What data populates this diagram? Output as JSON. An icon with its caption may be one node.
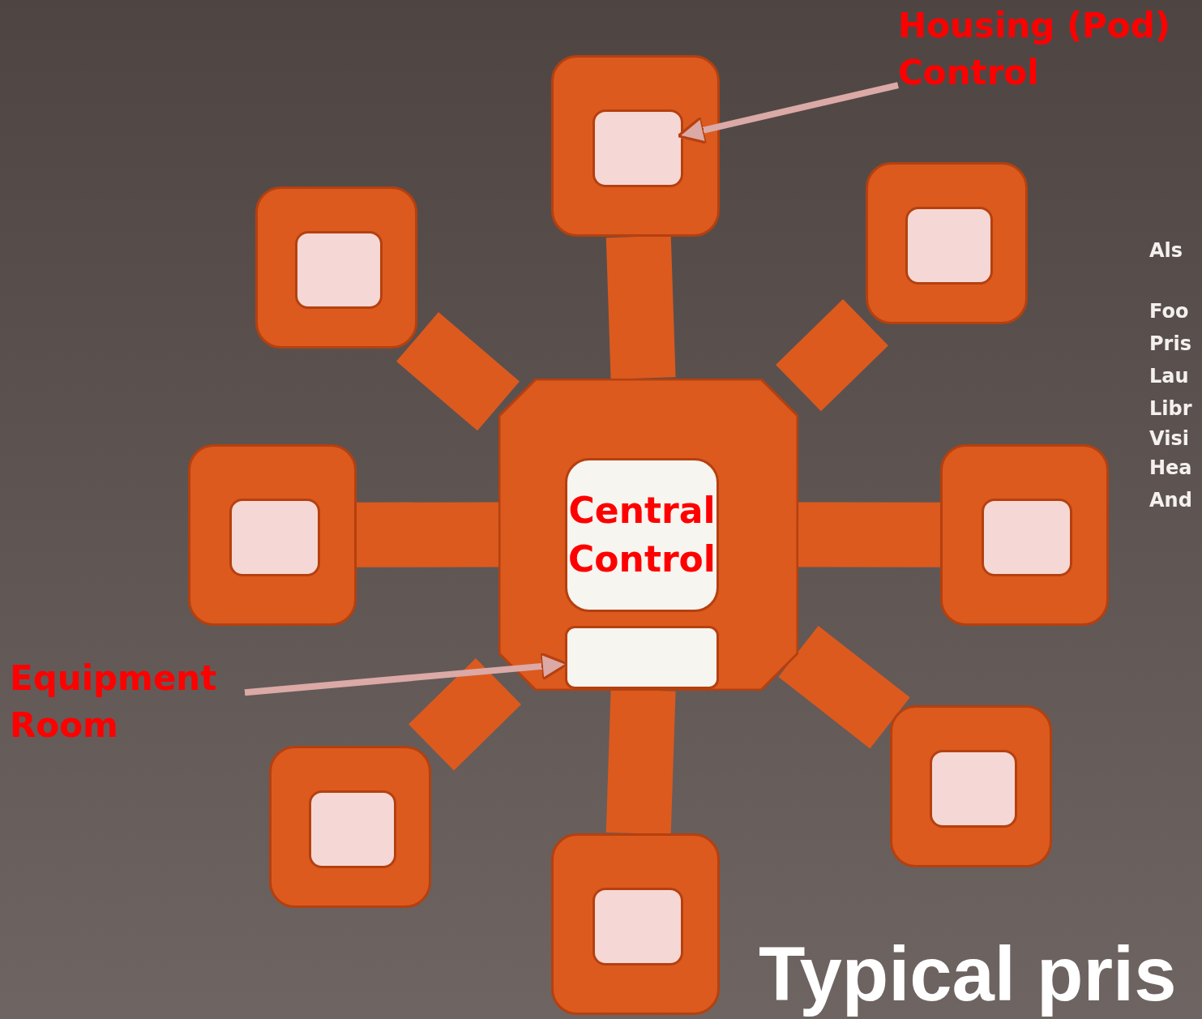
{
  "diagram": {
    "title": "Typical pris",
    "nodes": [
      {
        "text": [
          "Housing (Pod) Control"
        ]
      },
      {
        "text": [],
        "shape": "box"
      },
      {
        "text": [],
        "shape": "box",
        "in": 1
      },
      {
        "text": [],
        "shape": "box"
      },
      {
        "text": [],
        "shape": "box",
        "in": 3
      },
      {
        "text": [],
        "shape": "box"
      },
      {
        "text": [],
        "shape": "box",
        "in": 5
      },
      {
        "text": [],
        "shape": "box"
      },
      {
        "text": [
          "Central Control"
        ],
        "in": 7
      },
      {
        "text": [],
        "shape": "box",
        "in": 7
      },
      {
        "text": [],
        "shape": "box"
      },
      {
        "text": [],
        "shape": "box",
        "in": 10
      },
      {
        "text": [],
        "shape": "box"
      },
      {
        "text": [],
        "shape": "box",
        "in": 12
      },
      {
        "text": [
          "Equipment Room"
        ]
      },
      {
        "text": [],
        "shape": "box"
      },
      {
        "text": [],
        "shape": "box",
        "in": 15
      },
      {
        "text": [],
        "shape": "box"
      },
      {
        "text": [],
        "shape": "box",
        "in": 17
      },
      {
        "text": [],
        "shape": "box"
      },
      {
        "text": [],
        "shape": "box",
        "in": 19
      }
    ],
    "edges": [
      {
        "from": 0,
        "to": 2,
        "arrow": "to",
        "color": "#dba9a6"
      },
      {
        "from": 7,
        "to": 1,
        "arrow": "none"
      },
      {
        "from": 7,
        "to": 3,
        "arrow": "none"
      },
      {
        "from": 7,
        "to": 5,
        "arrow": "none"
      },
      {
        "from": 7,
        "to": 10,
        "arrow": "none"
      },
      {
        "from": 7,
        "to": 12,
        "arrow": "none"
      },
      {
        "from": 7,
        "to": 15,
        "arrow": "none"
      },
      {
        "from": 7,
        "to": 17,
        "arrow": "none"
      },
      {
        "from": 7,
        "to": 19,
        "arrow": "none"
      },
      {
        "from": 14,
        "to": 9,
        "arrow": "to",
        "color": "#dba9a6"
      }
    ],
    "labels": [
      "Als",
      "Foo",
      "Pris",
      "Lau",
      "Libr",
      "Visi",
      "Hea",
      "And"
    ]
  }
}
